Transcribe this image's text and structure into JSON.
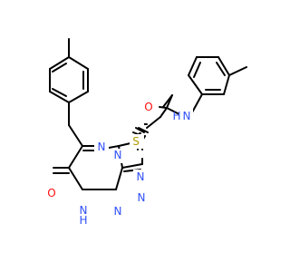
{
  "molecule": {
    "atom_labels": {
      "o_amide": "O",
      "nh_amide": "N",
      "h_amide": "H",
      "s": "S",
      "n_triazine_5": "N",
      "n_triazine_1": "N",
      "n_triazole_4": "N",
      "n_triazole_1": "N",
      "n_triazole_2": "N",
      "o_oxo": "O",
      "nh_ring": "N",
      "h_ring": "H"
    },
    "colors": {
      "bond": "#000000",
      "oxygen": "#ff0d0d",
      "nitrogen": "#3050f8",
      "sulfur": "#b59a00"
    }
  }
}
